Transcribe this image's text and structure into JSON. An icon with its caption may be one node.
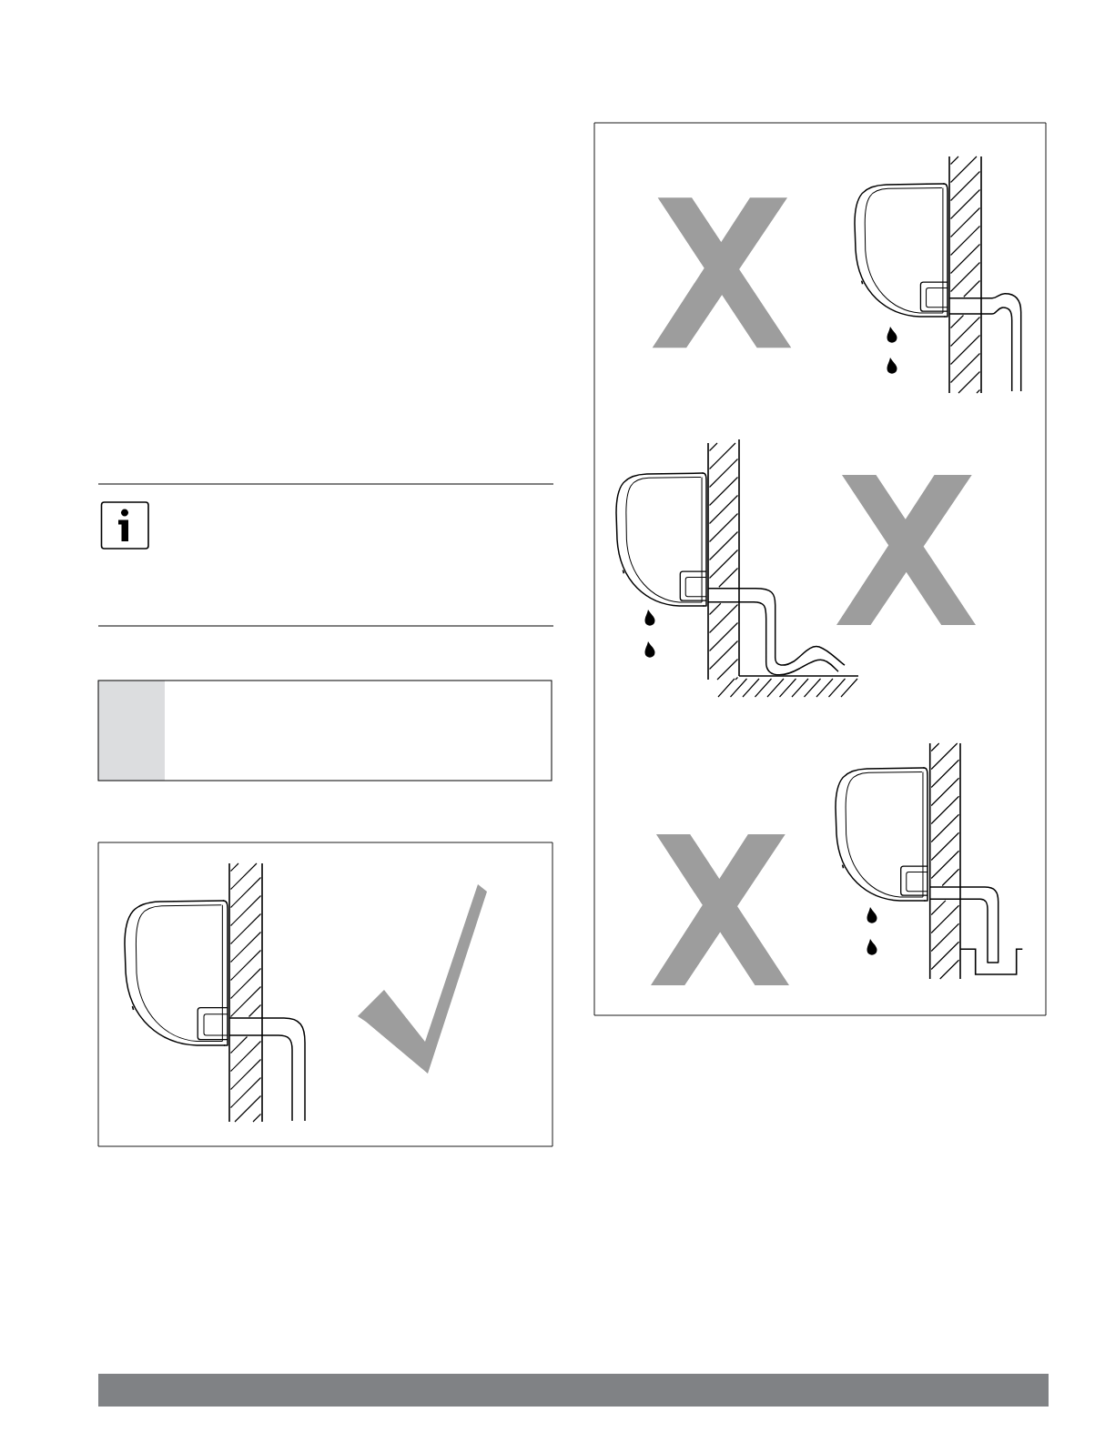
{
  "diagram": {
    "nodes": [
      {
        "text": [],
        "shape": "check"
      },
      {
        "text": [],
        "shape": "cross"
      },
      {
        "text": [],
        "shape": "cross"
      },
      {
        "text": [],
        "shape": "cross"
      }
    ]
  }
}
